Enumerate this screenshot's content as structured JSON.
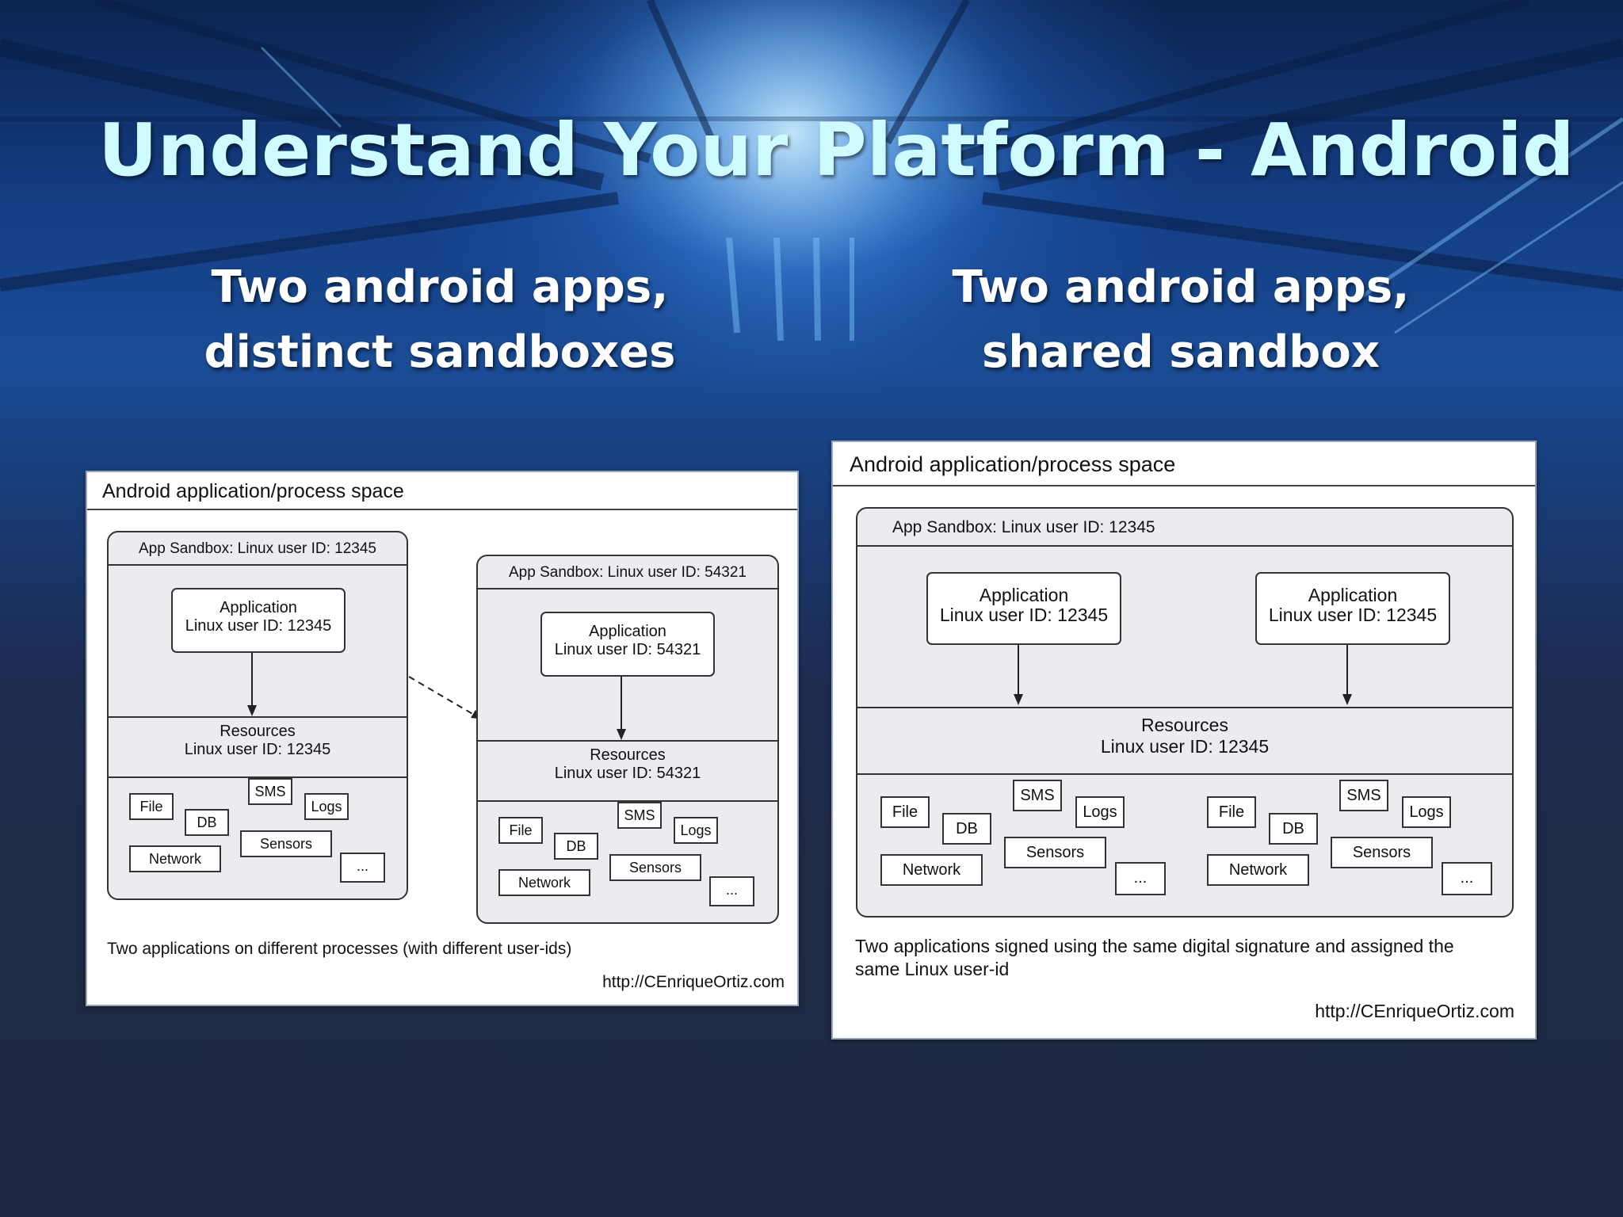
{
  "slide": {
    "title": "Understand Your Platform - Android",
    "subtitle_left": [
      "Two android apps,",
      "distinct sandboxes"
    ],
    "subtitle_right": [
      "Two android apps,",
      "shared sandbox"
    ]
  },
  "diagram_left": {
    "header": "Android application/process space",
    "sandbox_1": {
      "title": "App Sandbox: Linux user ID: 12345",
      "app_label": "Application",
      "app_uid": "Linux user ID: 12345",
      "res_label": "Resources",
      "res_uid": "Linux user ID: 12345",
      "items": [
        "File",
        "DB",
        "SMS",
        "Logs",
        "Network",
        "Sensors",
        "..."
      ]
    },
    "sandbox_2": {
      "title": "App Sandbox: Linux user ID: 54321",
      "app_label": "Application",
      "app_uid": "Linux user ID: 54321",
      "res_label": "Resources",
      "res_uid": "Linux user ID: 54321",
      "items": [
        "File",
        "DB",
        "SMS",
        "Logs",
        "Network",
        "Sensors",
        "..."
      ]
    },
    "caption": "Two applications on different processes (with different user-ids)",
    "url": "http://CEnriqueOrtiz.com"
  },
  "diagram_right": {
    "header": "Android application/process space",
    "sandbox": {
      "title": "App Sandbox: Linux user ID: 12345",
      "app_1_label": "Application",
      "app_1_uid": "Linux user ID: 12345",
      "app_2_label": "Application",
      "app_2_uid": "Linux user ID: 12345",
      "res_label": "Resources",
      "res_uid": "Linux user ID: 12345",
      "items_1": [
        "File",
        "DB",
        "SMS",
        "Logs",
        "Network",
        "Sensors",
        "..."
      ],
      "items_2": [
        "File",
        "DB",
        "SMS",
        "Logs",
        "Network",
        "Sensors",
        "..."
      ]
    },
    "caption_line1": "Two applications signed using the same digital signature and assigned the",
    "caption_line2": "same Linux user-id",
    "url": "http://CEnriqueOrtiz.com"
  }
}
